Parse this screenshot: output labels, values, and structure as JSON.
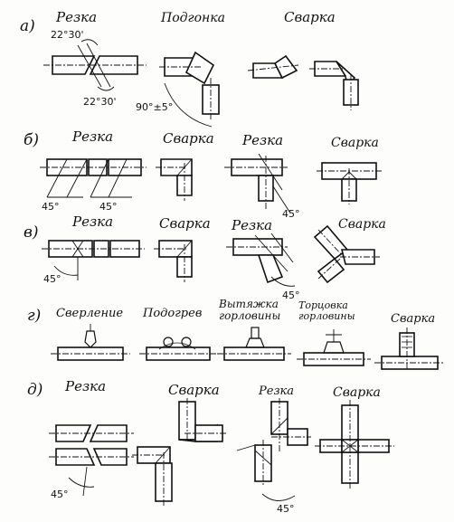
{
  "rows": [
    {
      "letter": "a)",
      "steps": [
        "Резка",
        "Подгонка",
        "Сварка"
      ],
      "angles": [
        "22°30'",
        "22°30'",
        "90°±5°"
      ]
    },
    {
      "letter": "б)",
      "steps": [
        "Резка",
        "Сварка",
        "Резка",
        "Сварка"
      ],
      "angles": [
        "45°",
        "45°",
        "45°"
      ]
    },
    {
      "letter": "в)",
      "steps": [
        "Резка",
        "Сварка",
        "Резка",
        "Сварка"
      ],
      "angles": [
        "45°",
        "45°"
      ]
    },
    {
      "letter": "г)",
      "steps": [
        "Сверление",
        "Подогрев",
        "Вытяжка горловины",
        "Торцовка горловины",
        "Сварка"
      ]
    },
    {
      "letter": "д)",
      "steps": [
        "Резка",
        "Сварка",
        "Резка",
        "Сварка"
      ],
      "angles": [
        "45°",
        "45°"
      ]
    }
  ]
}
